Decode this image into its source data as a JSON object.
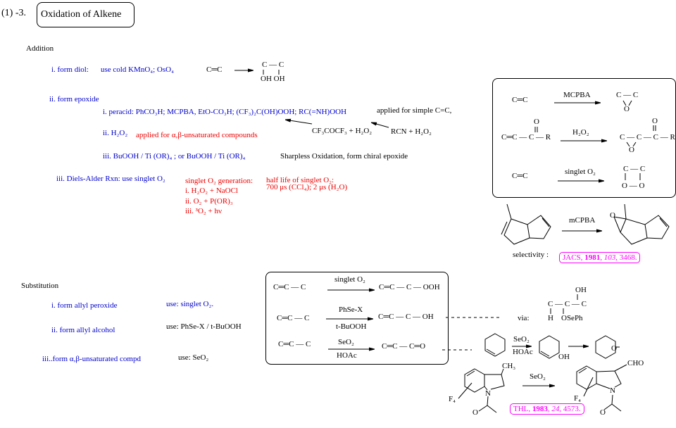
{
  "header": {
    "number": "(1) -3.",
    "title": "Oxidation of Alkene"
  },
  "addition": {
    "heading": "Addition",
    "diol": {
      "label": "i.  form diol:",
      "reagents": "use  cold KMnO₄;  OsO₄",
      "reactant": "C═C",
      "product_top": "C — C",
      "product_bottom": "OH  OH"
    },
    "epoxide": {
      "label": "ii.  form epoxide",
      "peracid": "i.  peracid: PhCO₃H; MCPBA, EtO-CO₃H; (CF₃)₂C(OH)OOH; RC(=NH)OOH",
      "peracid_note": "applied for simple C=C,",
      "source1": "CF₃COCF₃ + H₂O₂",
      "source2": "RCN + H₂O₂",
      "h2o2": "ii. H₂O₂",
      "h2o2_note": "applied for α,β-unsaturated compounds",
      "sharpless": "iii.  BuOOH / Ti (OR)₄ ;  or  BuOOH / Ti (OR)₄",
      "sharpless_note": "Sharpless Oxidation, form chiral epoxide"
    },
    "diels_alder": {
      "label": "iii.  Diels-Alder Rxn:  use singlet O₂",
      "generation": [
        "singlet O₂ generation:",
        "i.  H₂O₂  +  NaOCl",
        "ii.  O₂  +  P(OR)₃",
        "iii. ³O₂  +  hν"
      ],
      "half_life": [
        "half life of singlet O₂:",
        "700 μs (CCl₄);  2 μs  (H₂O)"
      ]
    },
    "scheme_box": {
      "rows": [
        {
          "reactant": "C═C",
          "reagent": "MCPBA",
          "product_top": "C — C",
          "product_o": "O"
        },
        {
          "reactant": "C═C — C — R",
          "reactant_o": "O",
          "reagent": "H₂O₂",
          "product_top": "C — C — C — R",
          "product_ko": "O",
          "product_o": "O"
        },
        {
          "reactant": "C═C",
          "reagent": "singlet O₂",
          "product_top": "C — C",
          "product_bottom": "O — O"
        }
      ]
    },
    "bicyclic": {
      "reagent": "mCPBA",
      "product_o": "O",
      "selectivity": "selectivity :",
      "ref": {
        "journal": "JACS, ",
        "year": "1981",
        "sep": ", ",
        "volume": "103",
        "page": ", 3468."
      }
    }
  },
  "substitution": {
    "heading": "Substitution",
    "items": [
      {
        "label": "i.  form allyl peroxide",
        "use": "use:  singlet O₂."
      },
      {
        "label": "ii.  form allyl alcohol",
        "use": "use:  PhSe-X / t-BuOOH"
      },
      {
        "label": "iii..form α,β-unsaturated compd",
        "use": "use:  SeO₂"
      }
    ],
    "box_rows": [
      {
        "reactant": "C═C — C",
        "reagent_top": "singlet O₂",
        "reagent_bottom": "",
        "product": "C═C — C — OOH"
      },
      {
        "reactant": "C═C — C",
        "reagent_top": "PhSe-X",
        "reagent_bottom": "t-BuOOH",
        "product": "C═C — C — OH"
      },
      {
        "reactant": "C═C — C",
        "reagent_top": "SeO₂",
        "reagent_bottom": "HOAc",
        "product": "C═C — C═O"
      }
    ],
    "via": {
      "label": "via:",
      "oh": "OH",
      "chain": "C — C — C",
      "h": "H",
      "osePh": "OSePh"
    },
    "cyclohexene": {
      "reagent_top": "SeO₂",
      "reagent_bottom": "HOAc",
      "oh": "OH",
      "ketone_o": "O"
    },
    "indole": {
      "ch3": "CH₃",
      "f4": "F₄",
      "n": "N",
      "o": "O",
      "reagent": "SeO₂",
      "cho": "CHO",
      "ref": {
        "journal": "THL, ",
        "year": "1983",
        "sep": ",  ",
        "volume": "24",
        "page": ",  4573."
      }
    }
  }
}
